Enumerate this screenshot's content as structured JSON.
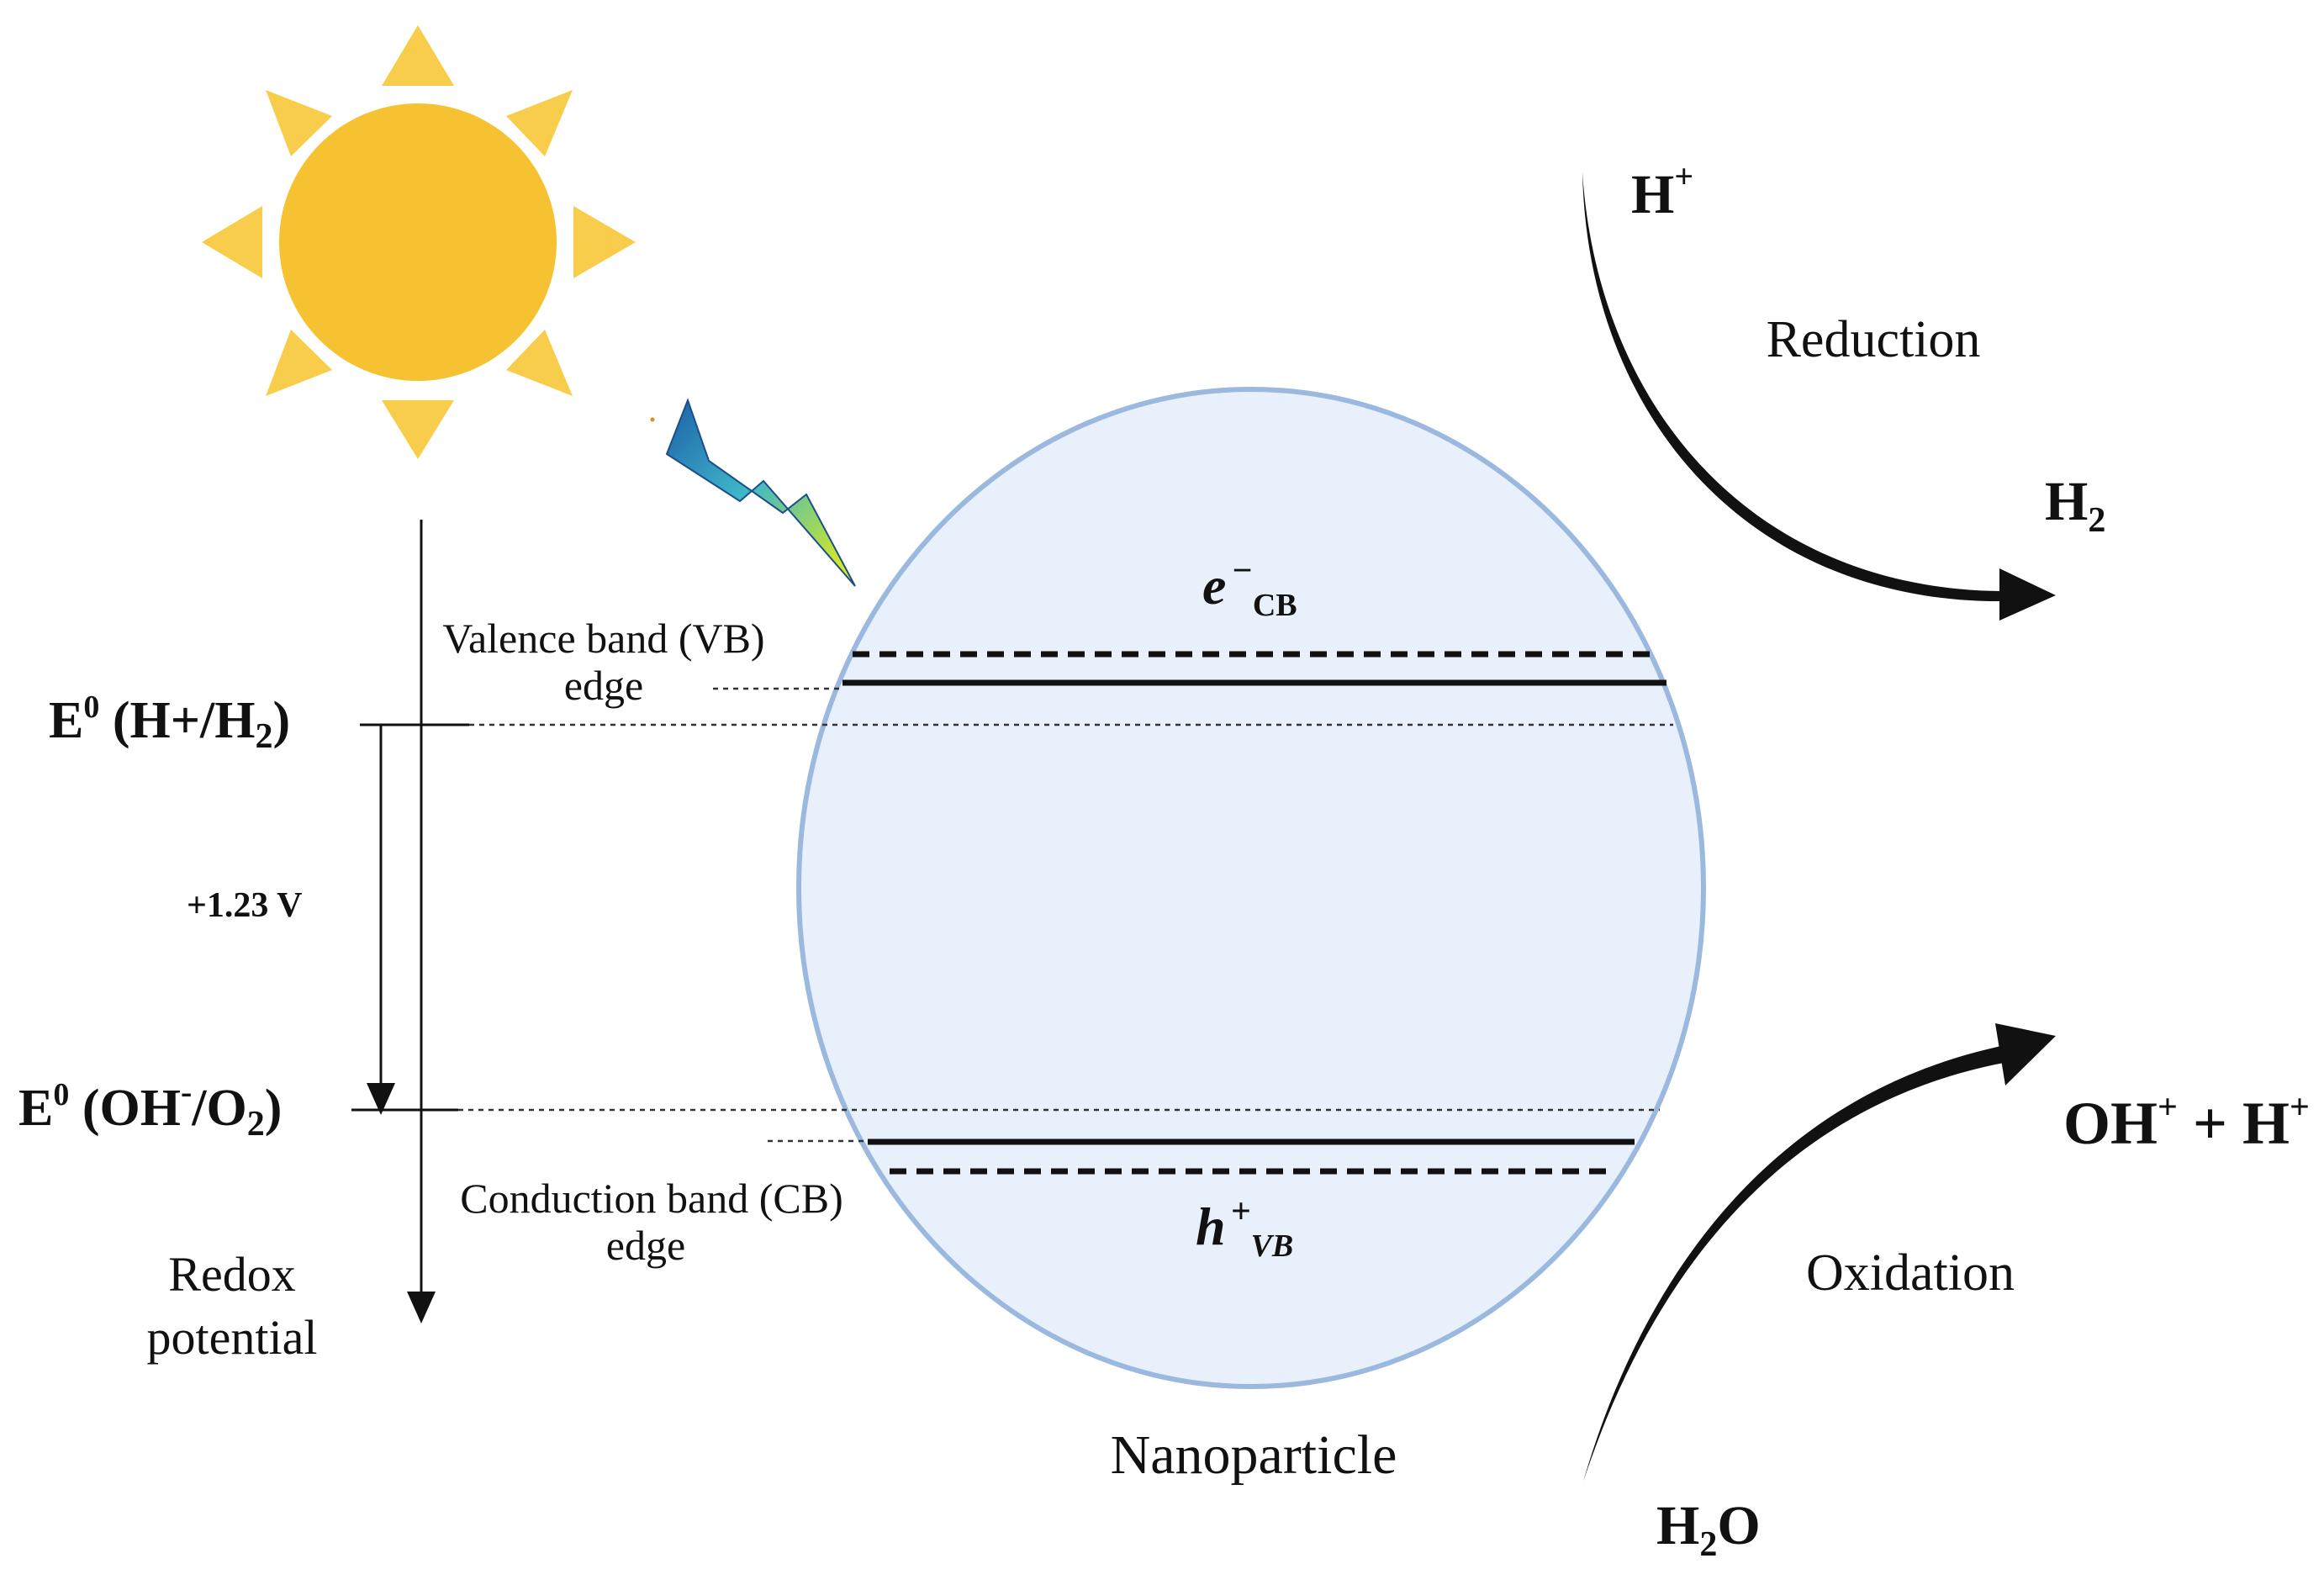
{
  "sun": {
    "icon": "sun-icon",
    "color": "#F6C232"
  },
  "lightning": {
    "icon": "lightning-bolt-icon"
  },
  "potentials": {
    "h_label": {
      "base": "E",
      "sup": "0",
      "rest_a": " (H+/H",
      "sub": "2",
      "rest_b": ")"
    },
    "o_label": {
      "base": "E",
      "sup": "0",
      "rest_a": " (OH",
      "sup2": "-",
      "rest_b": "/O",
      "sub": "2",
      "rest_c": ")"
    },
    "gap_value": "+1.23 V",
    "axis_label_line1": "Redox",
    "axis_label_line2": "potential"
  },
  "bands": {
    "vb_line1": "Valence band (VB)",
    "vb_line2": "edge",
    "cb_line1": "Conduction band (CB)",
    "cb_line2": "edge"
  },
  "particle": {
    "label": "Nanoparticle",
    "electron": {
      "base": "e",
      "sup": "−",
      "sub": "CB"
    },
    "hole": {
      "base": "h",
      "sup": "+",
      "sub": "VB"
    },
    "fill": "#E8F1FB",
    "stroke": "#9BB8DE"
  },
  "reduction": {
    "label": "Reduction",
    "reactant": {
      "base": "H",
      "sup": "+"
    },
    "product": {
      "base": "H",
      "sub": "2"
    }
  },
  "oxidation": {
    "label": "Oxidation",
    "reactant": {
      "base": "H",
      "sub": "2",
      "rest": "O"
    },
    "product": {
      "a": "OH",
      "a_sup": "+",
      "mid": " + H",
      "b_sup": "+"
    }
  }
}
